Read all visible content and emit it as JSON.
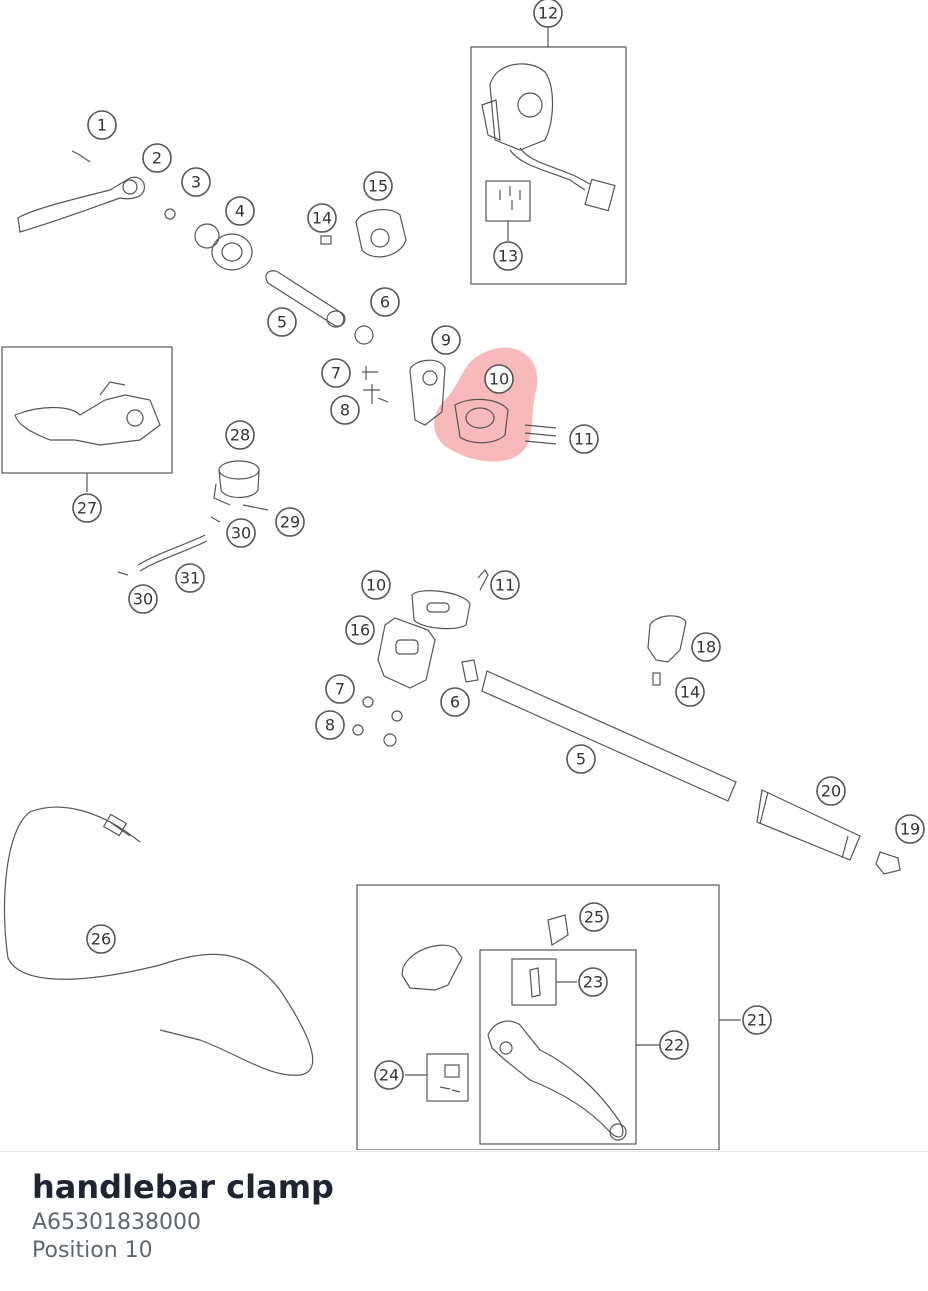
{
  "diagram": {
    "callouts": [
      {
        "id": "12",
        "label": "12"
      },
      {
        "id": "1",
        "label": "1"
      },
      {
        "id": "2",
        "label": "2"
      },
      {
        "id": "3",
        "label": "3"
      },
      {
        "id": "4",
        "label": "4"
      },
      {
        "id": "14a",
        "label": "14"
      },
      {
        "id": "15",
        "label": "15"
      },
      {
        "id": "13",
        "label": "13"
      },
      {
        "id": "5a",
        "label": "5"
      },
      {
        "id": "6a",
        "label": "6"
      },
      {
        "id": "9",
        "label": "9"
      },
      {
        "id": "10a",
        "label": "10"
      },
      {
        "id": "7a",
        "label": "7"
      },
      {
        "id": "8a",
        "label": "8"
      },
      {
        "id": "11a",
        "label": "11"
      },
      {
        "id": "28",
        "label": "28"
      },
      {
        "id": "27",
        "label": "27"
      },
      {
        "id": "29",
        "label": "29"
      },
      {
        "id": "30a",
        "label": "30"
      },
      {
        "id": "31",
        "label": "31"
      },
      {
        "id": "30b",
        "label": "30"
      },
      {
        "id": "10b",
        "label": "10"
      },
      {
        "id": "11b",
        "label": "11"
      },
      {
        "id": "16",
        "label": "16"
      },
      {
        "id": "18",
        "label": "18"
      },
      {
        "id": "14b",
        "label": "14"
      },
      {
        "id": "7b",
        "label": "7"
      },
      {
        "id": "6b",
        "label": "6"
      },
      {
        "id": "8b",
        "label": "8"
      },
      {
        "id": "5b",
        "label": "5"
      },
      {
        "id": "20",
        "label": "20"
      },
      {
        "id": "19",
        "label": "19"
      },
      {
        "id": "26",
        "label": "26"
      },
      {
        "id": "25",
        "label": "25"
      },
      {
        "id": "23",
        "label": "23"
      },
      {
        "id": "21",
        "label": "21"
      },
      {
        "id": "22",
        "label": "22"
      },
      {
        "id": "24",
        "label": "24"
      }
    ],
    "highlight_color": "#f08080",
    "line_color": "#555555",
    "highlighted": "10a"
  },
  "part": {
    "name": "handlebar clamp",
    "number": "A65301838000",
    "position": "Position 10"
  }
}
